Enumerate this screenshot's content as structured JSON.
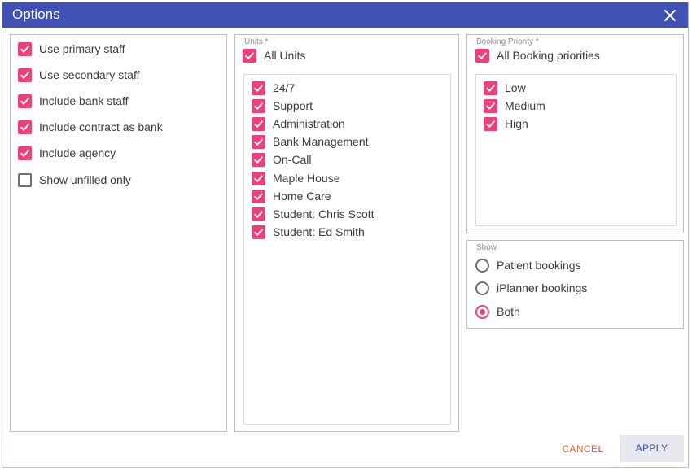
{
  "window": {
    "title": "Options"
  },
  "colors": {
    "accent": "#3f51b5",
    "checkbox": "#ec407a",
    "cancel": "#f4511e"
  },
  "staff_options": [
    {
      "label": "Use primary staff",
      "checked": true
    },
    {
      "label": "Use secondary staff",
      "checked": true
    },
    {
      "label": "Include bank staff",
      "checked": true
    },
    {
      "label": "Include contract as bank",
      "checked": true
    },
    {
      "label": "Include agency",
      "checked": true
    },
    {
      "label": "Show unfilled only",
      "checked": false
    }
  ],
  "units": {
    "legend": "Units *",
    "all_label": "All Units",
    "all_checked": true,
    "items": [
      {
        "label": "24/7",
        "checked": true
      },
      {
        "label": "Support",
        "checked": true
      },
      {
        "label": "Administration",
        "checked": true
      },
      {
        "label": "Bank Management",
        "checked": true
      },
      {
        "label": "On-Call",
        "checked": true
      },
      {
        "label": "Maple House",
        "checked": true
      },
      {
        "label": "Home Care",
        "checked": true
      },
      {
        "label": "Student: Chris Scott",
        "checked": true
      },
      {
        "label": "Student: Ed Smith",
        "checked": true
      }
    ]
  },
  "booking_priority": {
    "legend": "Booking Priority *",
    "all_label": "All Booking priorities",
    "all_checked": true,
    "items": [
      {
        "label": "Low",
        "checked": true
      },
      {
        "label": "Medium",
        "checked": true
      },
      {
        "label": "High",
        "checked": true
      }
    ]
  },
  "show": {
    "legend": "Show",
    "options": [
      {
        "label": "Patient bookings",
        "selected": false
      },
      {
        "label": "iPlanner bookings",
        "selected": false
      },
      {
        "label": "Both",
        "selected": true
      }
    ]
  },
  "footer": {
    "cancel_label": "CANCEL",
    "apply_label": "APPLY"
  }
}
